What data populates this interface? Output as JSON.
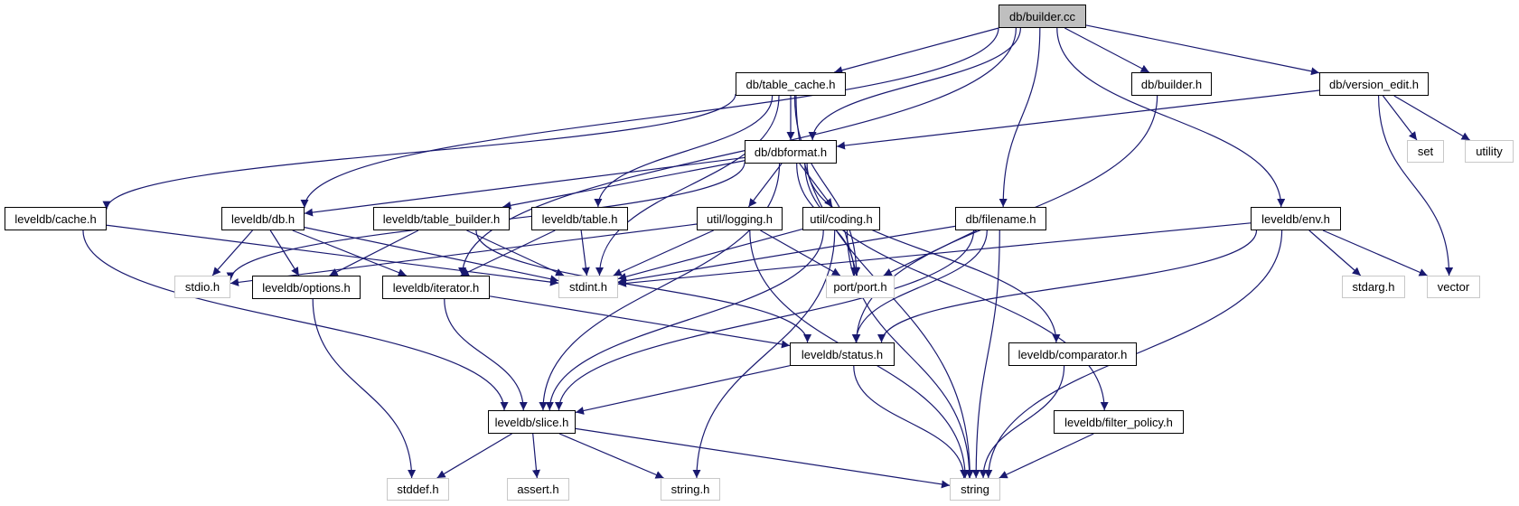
{
  "title": "db/builder.cc include dependency graph",
  "colors": {
    "edge": "#191970",
    "root_fill": "#bfbfbf",
    "system_border": "#c8c8c8",
    "local_border": "#000000"
  },
  "nodes": [
    {
      "id": "root",
      "label": "db/builder.cc",
      "kind": "root"
    },
    {
      "id": "table_cache",
      "label": "db/table_cache.h",
      "kind": "local"
    },
    {
      "id": "builder_h",
      "label": "db/builder.h",
      "kind": "local"
    },
    {
      "id": "version_edit",
      "label": "db/version_edit.h",
      "kind": "local"
    },
    {
      "id": "dbformat",
      "label": "db/dbformat.h",
      "kind": "local"
    },
    {
      "id": "set",
      "label": "set",
      "kind": "system"
    },
    {
      "id": "utility",
      "label": "utility",
      "kind": "system"
    },
    {
      "id": "cache",
      "label": "leveldb/cache.h",
      "kind": "local"
    },
    {
      "id": "db",
      "label": "leveldb/db.h",
      "kind": "local"
    },
    {
      "id": "table_builder",
      "label": "leveldb/table_builder.h",
      "kind": "local"
    },
    {
      "id": "table",
      "label": "leveldb/table.h",
      "kind": "local"
    },
    {
      "id": "logging",
      "label": "util/logging.h",
      "kind": "local"
    },
    {
      "id": "coding",
      "label": "util/coding.h",
      "kind": "local"
    },
    {
      "id": "filename",
      "label": "db/filename.h",
      "kind": "local"
    },
    {
      "id": "env",
      "label": "leveldb/env.h",
      "kind": "local"
    },
    {
      "id": "stdio",
      "label": "stdio.h",
      "kind": "system"
    },
    {
      "id": "options",
      "label": "leveldb/options.h",
      "kind": "local"
    },
    {
      "id": "iterator",
      "label": "leveldb/iterator.h",
      "kind": "local"
    },
    {
      "id": "stdint",
      "label": "stdint.h",
      "kind": "system"
    },
    {
      "id": "port",
      "label": "port/port.h",
      "kind": "system"
    },
    {
      "id": "stdarg",
      "label": "stdarg.h",
      "kind": "system"
    },
    {
      "id": "vector",
      "label": "vector",
      "kind": "system"
    },
    {
      "id": "status",
      "label": "leveldb/status.h",
      "kind": "local"
    },
    {
      "id": "comparator",
      "label": "leveldb/comparator.h",
      "kind": "local"
    },
    {
      "id": "slice",
      "label": "leveldb/slice.h",
      "kind": "local"
    },
    {
      "id": "filter_policy",
      "label": "leveldb/filter_policy.h",
      "kind": "local"
    },
    {
      "id": "stddef",
      "label": "stddef.h",
      "kind": "system"
    },
    {
      "id": "assert",
      "label": "assert.h",
      "kind": "system"
    },
    {
      "id": "string_h",
      "label": "string.h",
      "kind": "system"
    },
    {
      "id": "string",
      "label": "string",
      "kind": "system"
    }
  ],
  "edges": [
    [
      "root",
      "table_cache"
    ],
    [
      "root",
      "builder_h"
    ],
    [
      "root",
      "version_edit"
    ],
    [
      "root",
      "dbformat"
    ],
    [
      "root",
      "db"
    ],
    [
      "root",
      "iterator"
    ],
    [
      "root",
      "filename"
    ],
    [
      "root",
      "env"
    ],
    [
      "table_cache",
      "dbformat"
    ],
    [
      "table_cache",
      "cache"
    ],
    [
      "table_cache",
      "table"
    ],
    [
      "table_cache",
      "stdint"
    ],
    [
      "table_cache",
      "port"
    ],
    [
      "table_cache",
      "string"
    ],
    [
      "builder_h",
      "status"
    ],
    [
      "version_edit",
      "dbformat"
    ],
    [
      "version_edit",
      "set"
    ],
    [
      "version_edit",
      "utility"
    ],
    [
      "version_edit",
      "vector"
    ],
    [
      "dbformat",
      "db"
    ],
    [
      "dbformat",
      "table_builder"
    ],
    [
      "dbformat",
      "logging"
    ],
    [
      "dbformat",
      "coding"
    ],
    [
      "dbformat",
      "comparator"
    ],
    [
      "dbformat",
      "filter_policy"
    ],
    [
      "dbformat",
      "stdio"
    ],
    [
      "dbformat",
      "slice"
    ],
    [
      "dbformat",
      "port"
    ],
    [
      "cache",
      "stdint"
    ],
    [
      "cache",
      "slice"
    ],
    [
      "db",
      "stdio"
    ],
    [
      "db",
      "options"
    ],
    [
      "db",
      "iterator"
    ],
    [
      "db",
      "stdint"
    ],
    [
      "table_builder",
      "options"
    ],
    [
      "table_builder",
      "stdint"
    ],
    [
      "table_builder",
      "status"
    ],
    [
      "table",
      "iterator"
    ],
    [
      "table",
      "stdint"
    ],
    [
      "logging",
      "stdio"
    ],
    [
      "logging",
      "stdint"
    ],
    [
      "logging",
      "port"
    ],
    [
      "logging",
      "string"
    ],
    [
      "coding",
      "stdint"
    ],
    [
      "coding",
      "port"
    ],
    [
      "coding",
      "slice"
    ],
    [
      "coding",
      "string_h"
    ],
    [
      "coding",
      "string"
    ],
    [
      "filename",
      "stdint"
    ],
    [
      "filename",
      "port"
    ],
    [
      "filename",
      "status"
    ],
    [
      "filename",
      "slice"
    ],
    [
      "filename",
      "string"
    ],
    [
      "env",
      "stdint"
    ],
    [
      "env",
      "status"
    ],
    [
      "env",
      "stdarg"
    ],
    [
      "env",
      "vector"
    ],
    [
      "env",
      "string"
    ],
    [
      "options",
      "stddef"
    ],
    [
      "iterator",
      "status"
    ],
    [
      "iterator",
      "slice"
    ],
    [
      "status",
      "slice"
    ],
    [
      "status",
      "string"
    ],
    [
      "comparator",
      "string"
    ],
    [
      "filter_policy",
      "string"
    ],
    [
      "slice",
      "stddef"
    ],
    [
      "slice",
      "assert"
    ],
    [
      "slice",
      "string_h"
    ],
    [
      "slice",
      "string"
    ]
  ]
}
